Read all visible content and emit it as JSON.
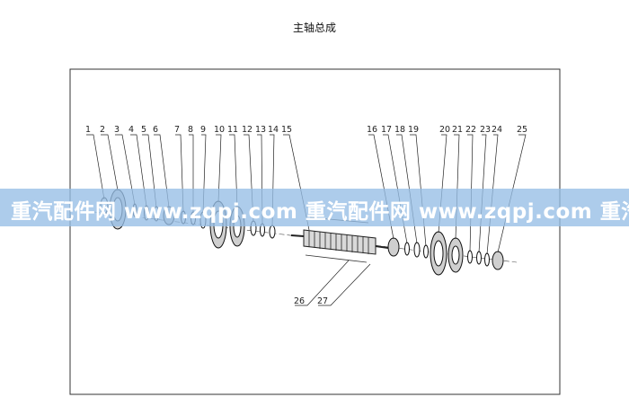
{
  "title": "主轴总成",
  "watermark": "重汽配件网 www.zqpj.com 重汽配件网 www.zqpj.com 重汽配件网",
  "callouts": [
    "1",
    "2",
    "3",
    "4",
    "5",
    "6",
    "7",
    "8",
    "9",
    "10",
    "11",
    "12",
    "13",
    "14",
    "15",
    "16",
    "17",
    "18",
    "19",
    "20",
    "21",
    "22",
    "23",
    "24",
    "25",
    "26",
    "27"
  ]
}
